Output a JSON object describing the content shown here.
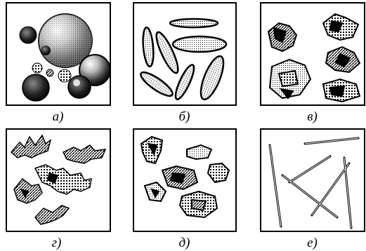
{
  "colors": {
    "ink": "#000000",
    "paper": "#ffffff"
  },
  "panels": [
    {
      "id": "a",
      "caption": "а)",
      "shape": "spherical-particles"
    },
    {
      "id": "b",
      "caption": "б)",
      "shape": "ellipsoidal-particles"
    },
    {
      "id": "v",
      "caption": "в)",
      "shape": "irregular-compact-particles"
    },
    {
      "id": "g",
      "caption": "г)",
      "shape": "dendritic-particles"
    },
    {
      "id": "d",
      "caption": "д)",
      "shape": "irregular-flat-particles"
    },
    {
      "id": "e",
      "caption": "е)",
      "shape": "needle-particles"
    }
  ]
}
